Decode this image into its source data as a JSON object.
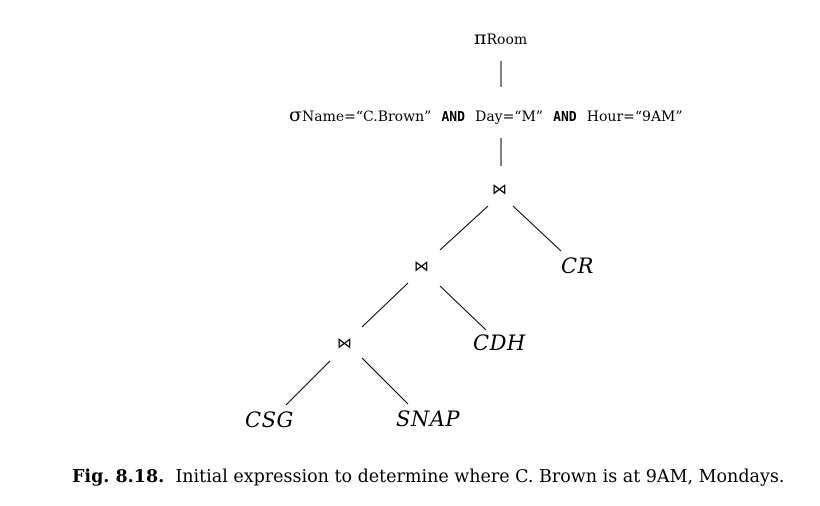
{
  "projection": {
    "symbol": "π",
    "attribute": "Room"
  },
  "selection": {
    "symbol": "σ",
    "cond1": "Name=“C.Brown”",
    "and1": "AND",
    "cond2": "Day=“M”",
    "and2": "AND",
    "cond3": "Hour=“9AM”"
  },
  "joins": {
    "symbol": "⋈"
  },
  "relations": {
    "cr": "CR",
    "cdh": "CDH",
    "csg": "CSG",
    "snap": "SNAP"
  },
  "caption": {
    "label": "Fig. 8.18.",
    "text": "Initial expression to determine where C. Brown is at 9AM, Mondays."
  }
}
